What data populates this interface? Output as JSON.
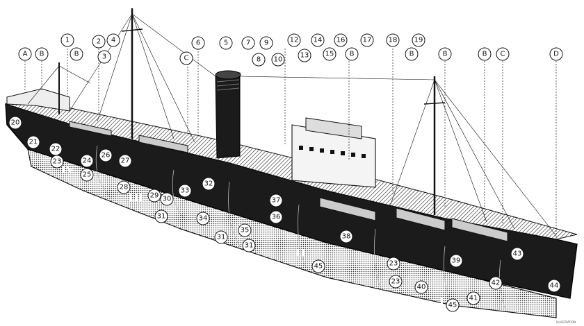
{
  "top_callouts": [
    "A",
    "B",
    "1",
    "B",
    "2",
    "3",
    "4",
    "C",
    "6",
    "5",
    "7",
    "8",
    "9",
    "10",
    "12",
    "13",
    "14",
    "15",
    "16",
    "B",
    "17",
    "18",
    "19",
    "B",
    "B",
    "B",
    "C",
    "D"
  ],
  "hull_callouts": [
    "20",
    "21",
    "22",
    "23",
    "24",
    "25",
    "26",
    "27",
    "28",
    "29",
    "30",
    "31",
    "32",
    "33",
    "34",
    "31",
    "35",
    "31",
    "36",
    "37",
    "38",
    "39",
    "23",
    "23",
    "40",
    "41",
    "42",
    "43",
    "44",
    "45",
    "45"
  ],
  "hold_numerals": [
    "IV",
    "III",
    "II",
    "I"
  ],
  "credit": "ILLUSTRATION"
}
